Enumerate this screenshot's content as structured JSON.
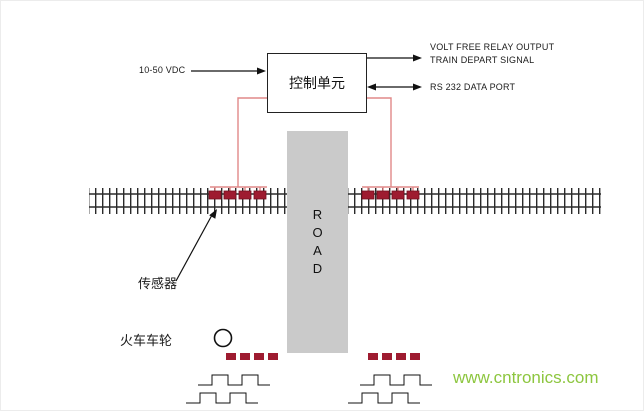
{
  "diagram": {
    "power_input": "10-50 VDC",
    "control_unit": "控制单元",
    "output1_line1": "VOLT FREE RELAY OUTPUT",
    "output1_line2": "TRAIN DEPART SIGNAL",
    "output2": "RS 232 DATA PORT",
    "road": "R\nO\nA\nD",
    "sensor_label": "传感器",
    "wheel_label": "火车车轮",
    "watermark": "www.cntronics.com"
  },
  "colors": {
    "sensor_block": "#9e1b30",
    "wire_pink": "#e08888",
    "road_fill": "#cacaca",
    "watermark_green": "#8dc63f",
    "line_black": "#1a1a1a"
  }
}
